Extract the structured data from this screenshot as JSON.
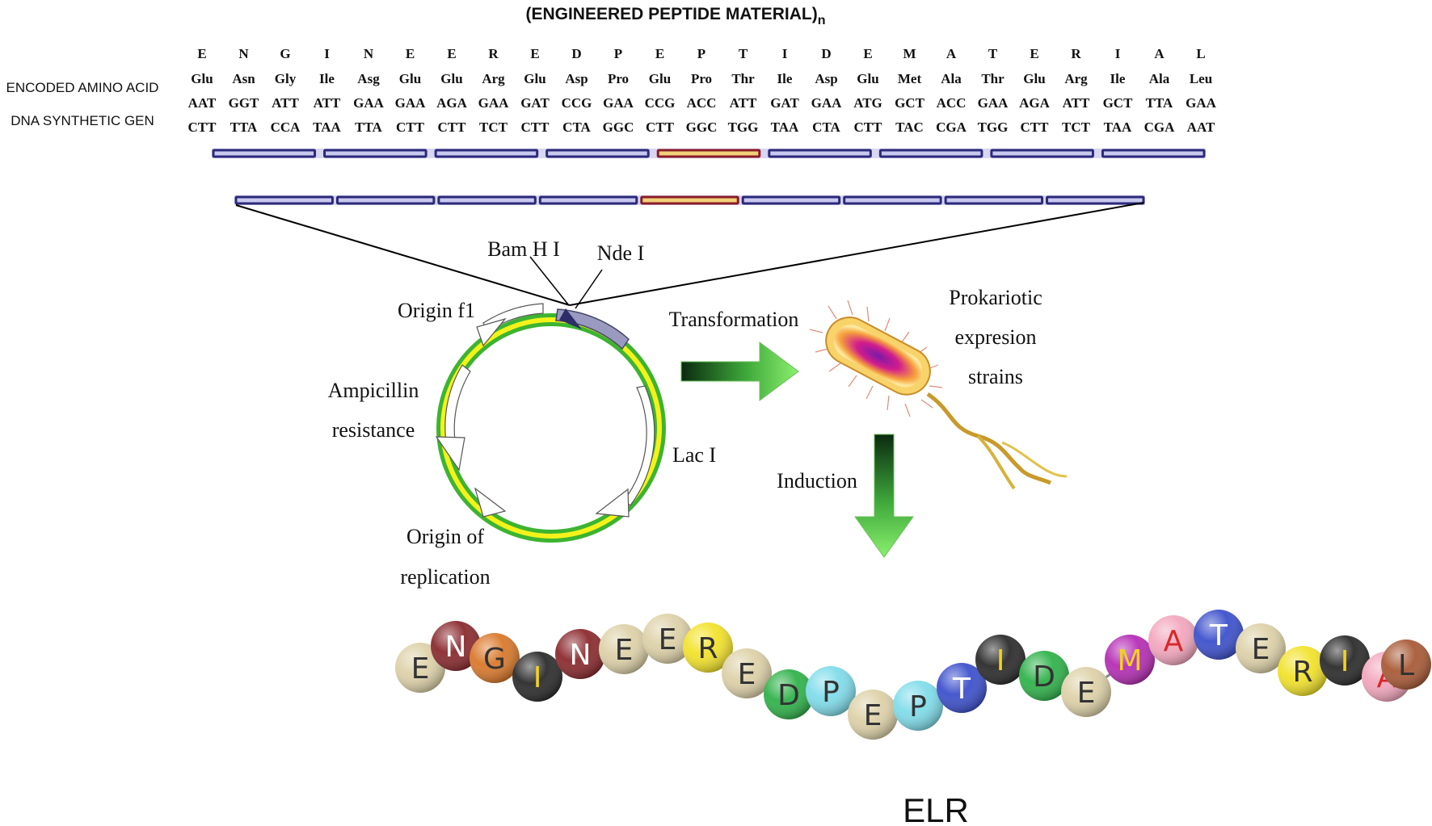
{
  "title": "(ENGINEERED PEPTIDE MATERIAL)",
  "title_subscript": "n",
  "row_labels": {
    "amino_acid": "ENCODED AMINO ACID",
    "dna": "DNA SYNTHETIC GEN"
  },
  "columns": [
    {
      "letter": "E",
      "amino": "Glu",
      "codon1": "AAT",
      "codon2": "CTT"
    },
    {
      "letter": "N",
      "amino": "Asn",
      "codon1": "GGT",
      "codon2": "TTA"
    },
    {
      "letter": "G",
      "amino": "Gly",
      "codon1": "ATT",
      "codon2": "CCA"
    },
    {
      "letter": "I",
      "amino": "Ile",
      "codon1": "ATT",
      "codon2": "TAA"
    },
    {
      "letter": "N",
      "amino": "Asg",
      "codon1": "GAA",
      "codon2": "TTA"
    },
    {
      "letter": "E",
      "amino": "Glu",
      "codon1": "GAA",
      "codon2": "CTT"
    },
    {
      "letter": "E",
      "amino": "Glu",
      "codon1": "AGA",
      "codon2": "CTT"
    },
    {
      "letter": "R",
      "amino": "Arg",
      "codon1": "GAA",
      "codon2": "TCT"
    },
    {
      "letter": "E",
      "amino": "Glu",
      "codon1": "GAT",
      "codon2": "CTT"
    },
    {
      "letter": "D",
      "amino": "Asp",
      "codon1": "CCG",
      "codon2": "CTA"
    },
    {
      "letter": "P",
      "amino": "Pro",
      "codon1": "GAA",
      "codon2": "GGC"
    },
    {
      "letter": "E",
      "amino": "Glu",
      "codon1": "CCG",
      "codon2": "CTT"
    },
    {
      "letter": "P",
      "amino": "Pro",
      "codon1": "ACC",
      "codon2": "GGC"
    },
    {
      "letter": "T",
      "amino": "Thr",
      "codon1": "ATT",
      "codon2": "TGG"
    },
    {
      "letter": "I",
      "amino": "Ile",
      "codon1": "GAT",
      "codon2": "TAA"
    },
    {
      "letter": "D",
      "amino": "Asp",
      "codon1": "GAA",
      "codon2": "CTA"
    },
    {
      "letter": "E",
      "amino": "Glu",
      "codon1": "ATG",
      "codon2": "CTT"
    },
    {
      "letter": "M",
      "amino": "Met",
      "codon1": "GCT",
      "codon2": "TAC"
    },
    {
      "letter": "A",
      "amino": "Ala",
      "codon1": "ACC",
      "codon2": "CGA"
    },
    {
      "letter": "T",
      "amino": "Thr",
      "codon1": "GAA",
      "codon2": "TGG"
    },
    {
      "letter": "E",
      "amino": "Glu",
      "codon1": "AGA",
      "codon2": "CTT"
    },
    {
      "letter": "R",
      "amino": "Arg",
      "codon1": "ATT",
      "codon2": "TCT"
    },
    {
      "letter": "I",
      "amino": "Ile",
      "codon1": "GCT",
      "codon2": "TAA"
    },
    {
      "letter": "A",
      "amino": "Ala",
      "codon1": "TTA",
      "codon2": "CGA"
    },
    {
      "letter": "L",
      "amino": "Leu",
      "codon1": "GAA",
      "codon2": "AAT"
    }
  ],
  "gene_bar": {
    "segments_row1": 9,
    "segments_row2": 9,
    "highlight_index": 4,
    "color": "#2b2a7a",
    "fill": "#c9c8ee",
    "highlight_color": "#8a1c2a",
    "highlight_fill": "#f0d078"
  },
  "plasmid": {
    "sites": {
      "bamhi": "Bam H I",
      "ndei": "Nde I"
    },
    "features": {
      "origin_f1": "Origin f1",
      "ampicillin": [
        "Ampicillin",
        "resistance"
      ],
      "lac": "Lac I",
      "origin_replication": [
        "Origin of",
        "replication"
      ]
    },
    "ring_colors": {
      "outer": "#3cb431",
      "inner": "#f4f21a"
    },
    "insert_color": "#6e6e9a"
  },
  "steps": {
    "transformation": "Transformation",
    "induction": "Induction",
    "strain": [
      "Prokariotic",
      "expresion",
      "strains"
    ]
  },
  "beads": [
    {
      "letter": "E",
      "color": "#ddd1a8",
      "text": "#333333"
    },
    {
      "letter": "N",
      "color": "#8a2a2e",
      "text": "#ffffff"
    },
    {
      "letter": "G",
      "color": "#d9782a",
      "text": "#333333"
    },
    {
      "letter": "I",
      "color": "#2b2b2b",
      "text": "#f2d21e"
    },
    {
      "letter": "N",
      "color": "#8a2a2e",
      "text": "#ffffff"
    },
    {
      "letter": "E",
      "color": "#ddd1a8",
      "text": "#333333"
    },
    {
      "letter": "E",
      "color": "#ddd1a8",
      "text": "#333333"
    },
    {
      "letter": "R",
      "color": "#f2e22a",
      "text": "#333333"
    },
    {
      "letter": "E",
      "color": "#ddd1a8",
      "text": "#333333"
    },
    {
      "letter": "D",
      "color": "#2fb24a",
      "text": "#333333"
    },
    {
      "letter": "P",
      "color": "#7fdcea",
      "text": "#333333"
    },
    {
      "letter": "E",
      "color": "#ddd1a8",
      "text": "#333333"
    },
    {
      "letter": "P",
      "color": "#7fdcea",
      "text": "#333333"
    },
    {
      "letter": "T",
      "color": "#3c50cc",
      "text": "#ffffff"
    },
    {
      "letter": "I",
      "color": "#2b2b2b",
      "text": "#f2d21e"
    },
    {
      "letter": "D",
      "color": "#2fb24a",
      "text": "#333333"
    },
    {
      "letter": "E",
      "color": "#ddd1a8",
      "text": "#333333"
    },
    {
      "letter": "M",
      "color": "#b52db5",
      "text": "#f2d21e"
    },
    {
      "letter": "A",
      "color": "#f2a6bd",
      "text": "#d62828"
    },
    {
      "letter": "T",
      "color": "#3c50cc",
      "text": "#ffffff"
    },
    {
      "letter": "E",
      "color": "#ddd1a8",
      "text": "#333333"
    },
    {
      "letter": "R",
      "color": "#f2e22a",
      "text": "#333333"
    },
    {
      "letter": "I",
      "color": "#2b2b2b",
      "text": "#f2d21e"
    },
    {
      "letter": "A",
      "color": "#f2a6bd",
      "text": "#d62828"
    },
    {
      "letter": "L",
      "color": "#a85a36",
      "text": "#333333"
    }
  ],
  "product_label": "ELR"
}
